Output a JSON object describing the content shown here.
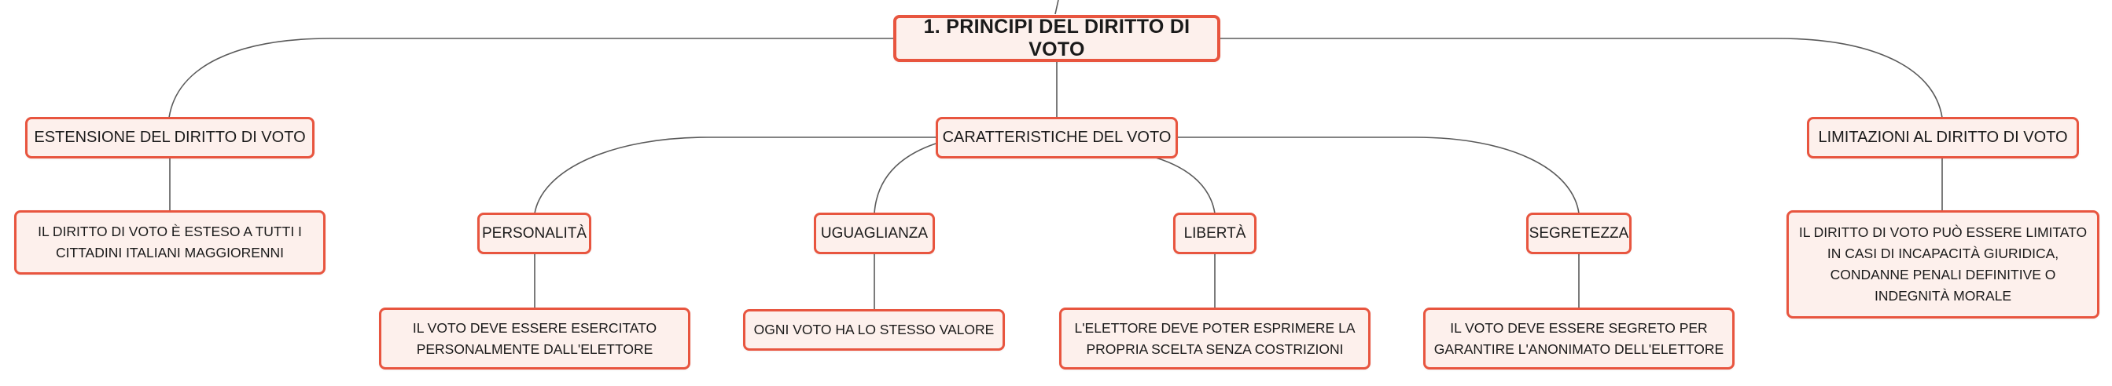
{
  "colors": {
    "node_border": "#e8553f",
    "node_fill": "#fdf0ec",
    "connector": "#5a5a5a",
    "text": "#1a1a1a"
  },
  "map": {
    "root": "1. PRINCIPI DEL DIRITTO DI VOTO",
    "estensione": {
      "title": "ESTENSIONE DEL DIRITTO DI VOTO",
      "detail": "IL DIRITTO DI VOTO È ESTESO A TUTTI I CITTADINI ITALIANI MAGGIORENNI"
    },
    "caratteristiche": {
      "title": "CARATTERISTICHE DEL VOTO",
      "items": [
        {
          "title": "PERSONALITÀ",
          "detail": "IL VOTO DEVE ESSERE ESERCITATO PERSONALMENTE DALL'ELETTORE"
        },
        {
          "title": "UGUAGLIANZA",
          "detail": "OGNI VOTO HA LO STESSO VALORE"
        },
        {
          "title": "LIBERTÀ",
          "detail": "L'ELETTORE DEVE POTER ESPRIMERE LA PROPRIA SCELTA SENZA COSTRIZIONI"
        },
        {
          "title": "SEGRETEZZA",
          "detail": "IL VOTO DEVE ESSERE SEGRETO PER GARANTIRE L'ANONIMATO DELL'ELETTORE"
        }
      ]
    },
    "limitazioni": {
      "title": "LIMITAZIONI AL DIRITTO DI VOTO",
      "detail": "IL DIRITTO DI VOTO PUÒ ESSERE LIMITATO IN CASI DI INCAPACITÀ GIURIDICA, CONDANNE PENALI DEFINITIVE O INDEGNITÀ MORALE"
    }
  }
}
